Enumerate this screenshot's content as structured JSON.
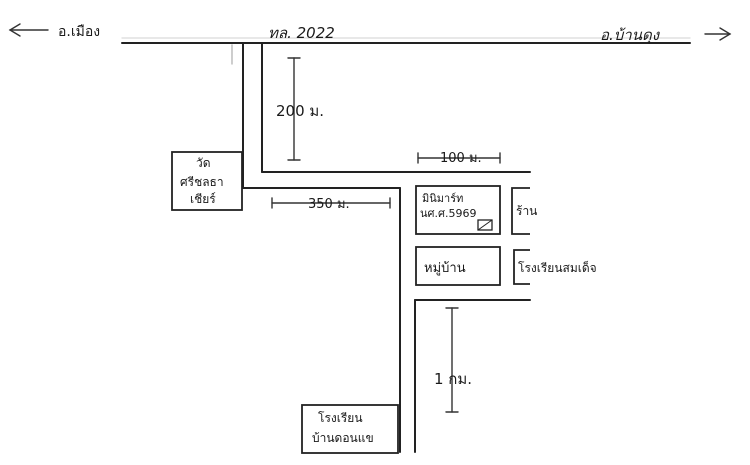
{
  "road_top": {
    "left_direction": "อ.เมือง",
    "road_name": "ทล. 2022",
    "right_direction": "อ.บ้านดุง"
  },
  "distances": {
    "north_segment": "200 ม.",
    "west_segment": "350 ม.",
    "east_segment": "100 ม.",
    "south_segment": "1 กม."
  },
  "places": {
    "temple": [
      "วัด",
      "ศรีชลธา",
      "เชียร์"
    ],
    "mart": [
      "มินิมาร์ท",
      "นศ.ศ.5969"
    ],
    "shop_right": "ร้าน",
    "village": "หมู่บ้าน",
    "school_right": "โรงเรียนสมเด็จ",
    "school_bottom": [
      "โรงเรียน",
      "บ้านดอนแข"
    ]
  }
}
